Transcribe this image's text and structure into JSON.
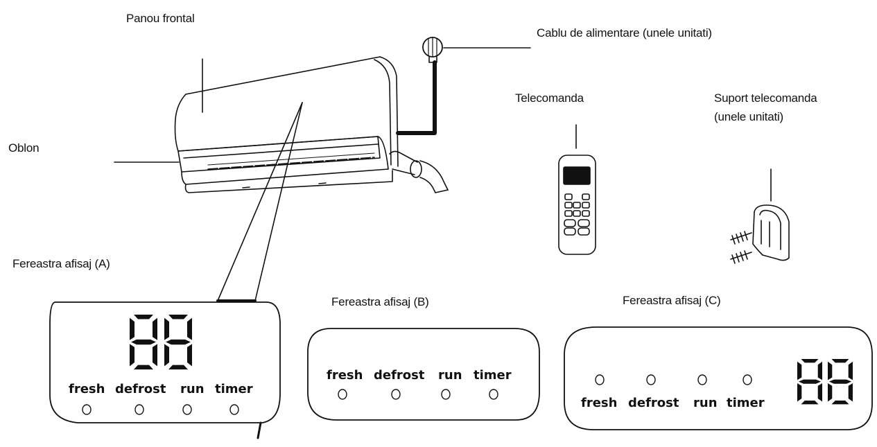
{
  "labels": {
    "front_panel": "Panou frontal",
    "power_cable": "Cablu de alimentare (unele unitati)",
    "remote": "Telecomanda",
    "remote_holder_line1": "Suport telecomanda",
    "remote_holder_line2": "(unele unitati)",
    "louver": "Oblon",
    "display_a": "Fereastra afisaj (A)",
    "display_b": "Fereastra afisaj (B)",
    "display_c": "Fereastra afisaj (C)"
  },
  "indicators": [
    "fresh",
    "defrost",
    "run",
    "timer"
  ],
  "digits": "88",
  "colors": {
    "ink": "#111111",
    "background": "#ffffff"
  }
}
